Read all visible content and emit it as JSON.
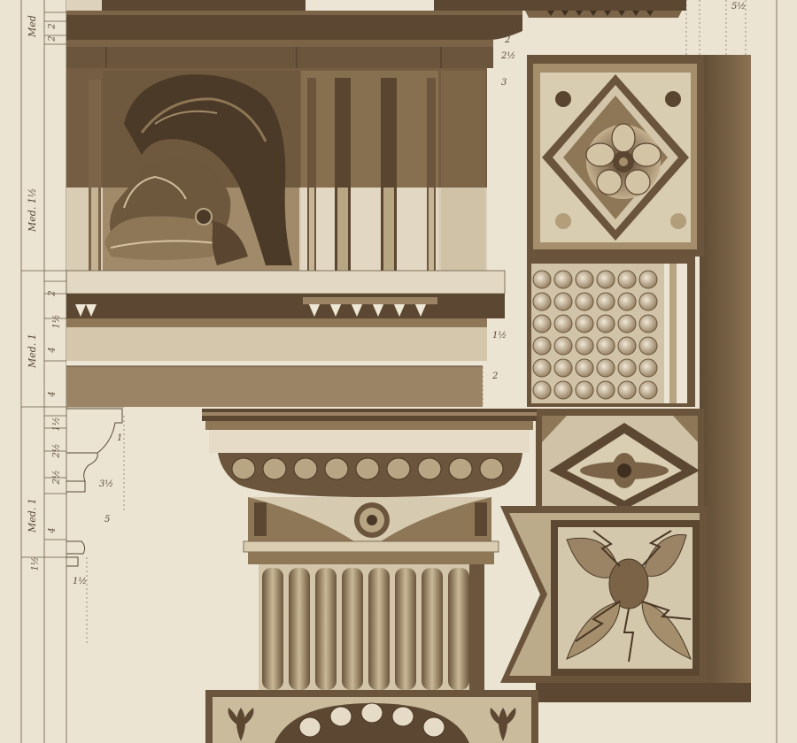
{
  "plate": {
    "palette": {
      "paper": "#ebe4d3",
      "ink": "#4a3826",
      "shadow": "#6b553c",
      "mid": "#9b8466",
      "light": "#d8ccb2"
    },
    "scale_labels": {
      "top_med": "Med",
      "frieze_med": "Med. 1½",
      "architrave_med": "Med. 1",
      "capital_med": "Med. 1"
    },
    "dimension_numbers": {
      "cornice_a": "2",
      "cornice_b": "2",
      "cornice_c": "2",
      "top_right": "5½",
      "frieze_half": "2½",
      "frieze_three": "3",
      "arch_a": "2",
      "arch_b": "1½",
      "arch_c": "4",
      "arch_d": "4",
      "arch_right_a": "1½",
      "arch_right_b": "2",
      "cap_a": "1½",
      "cap_b": "2½",
      "cap_c": "2½",
      "cap_d": "1",
      "cap_e": "3½",
      "cap_f": "4",
      "cap_g": "5",
      "cap_h": "1½",
      "cap_i": "1½"
    },
    "icons": [
      "crested-helmet-icon",
      "rosette-icon",
      "guttae-drops-icon",
      "thunderbolt-icon",
      "fleur-de-lis-icon"
    ]
  }
}
